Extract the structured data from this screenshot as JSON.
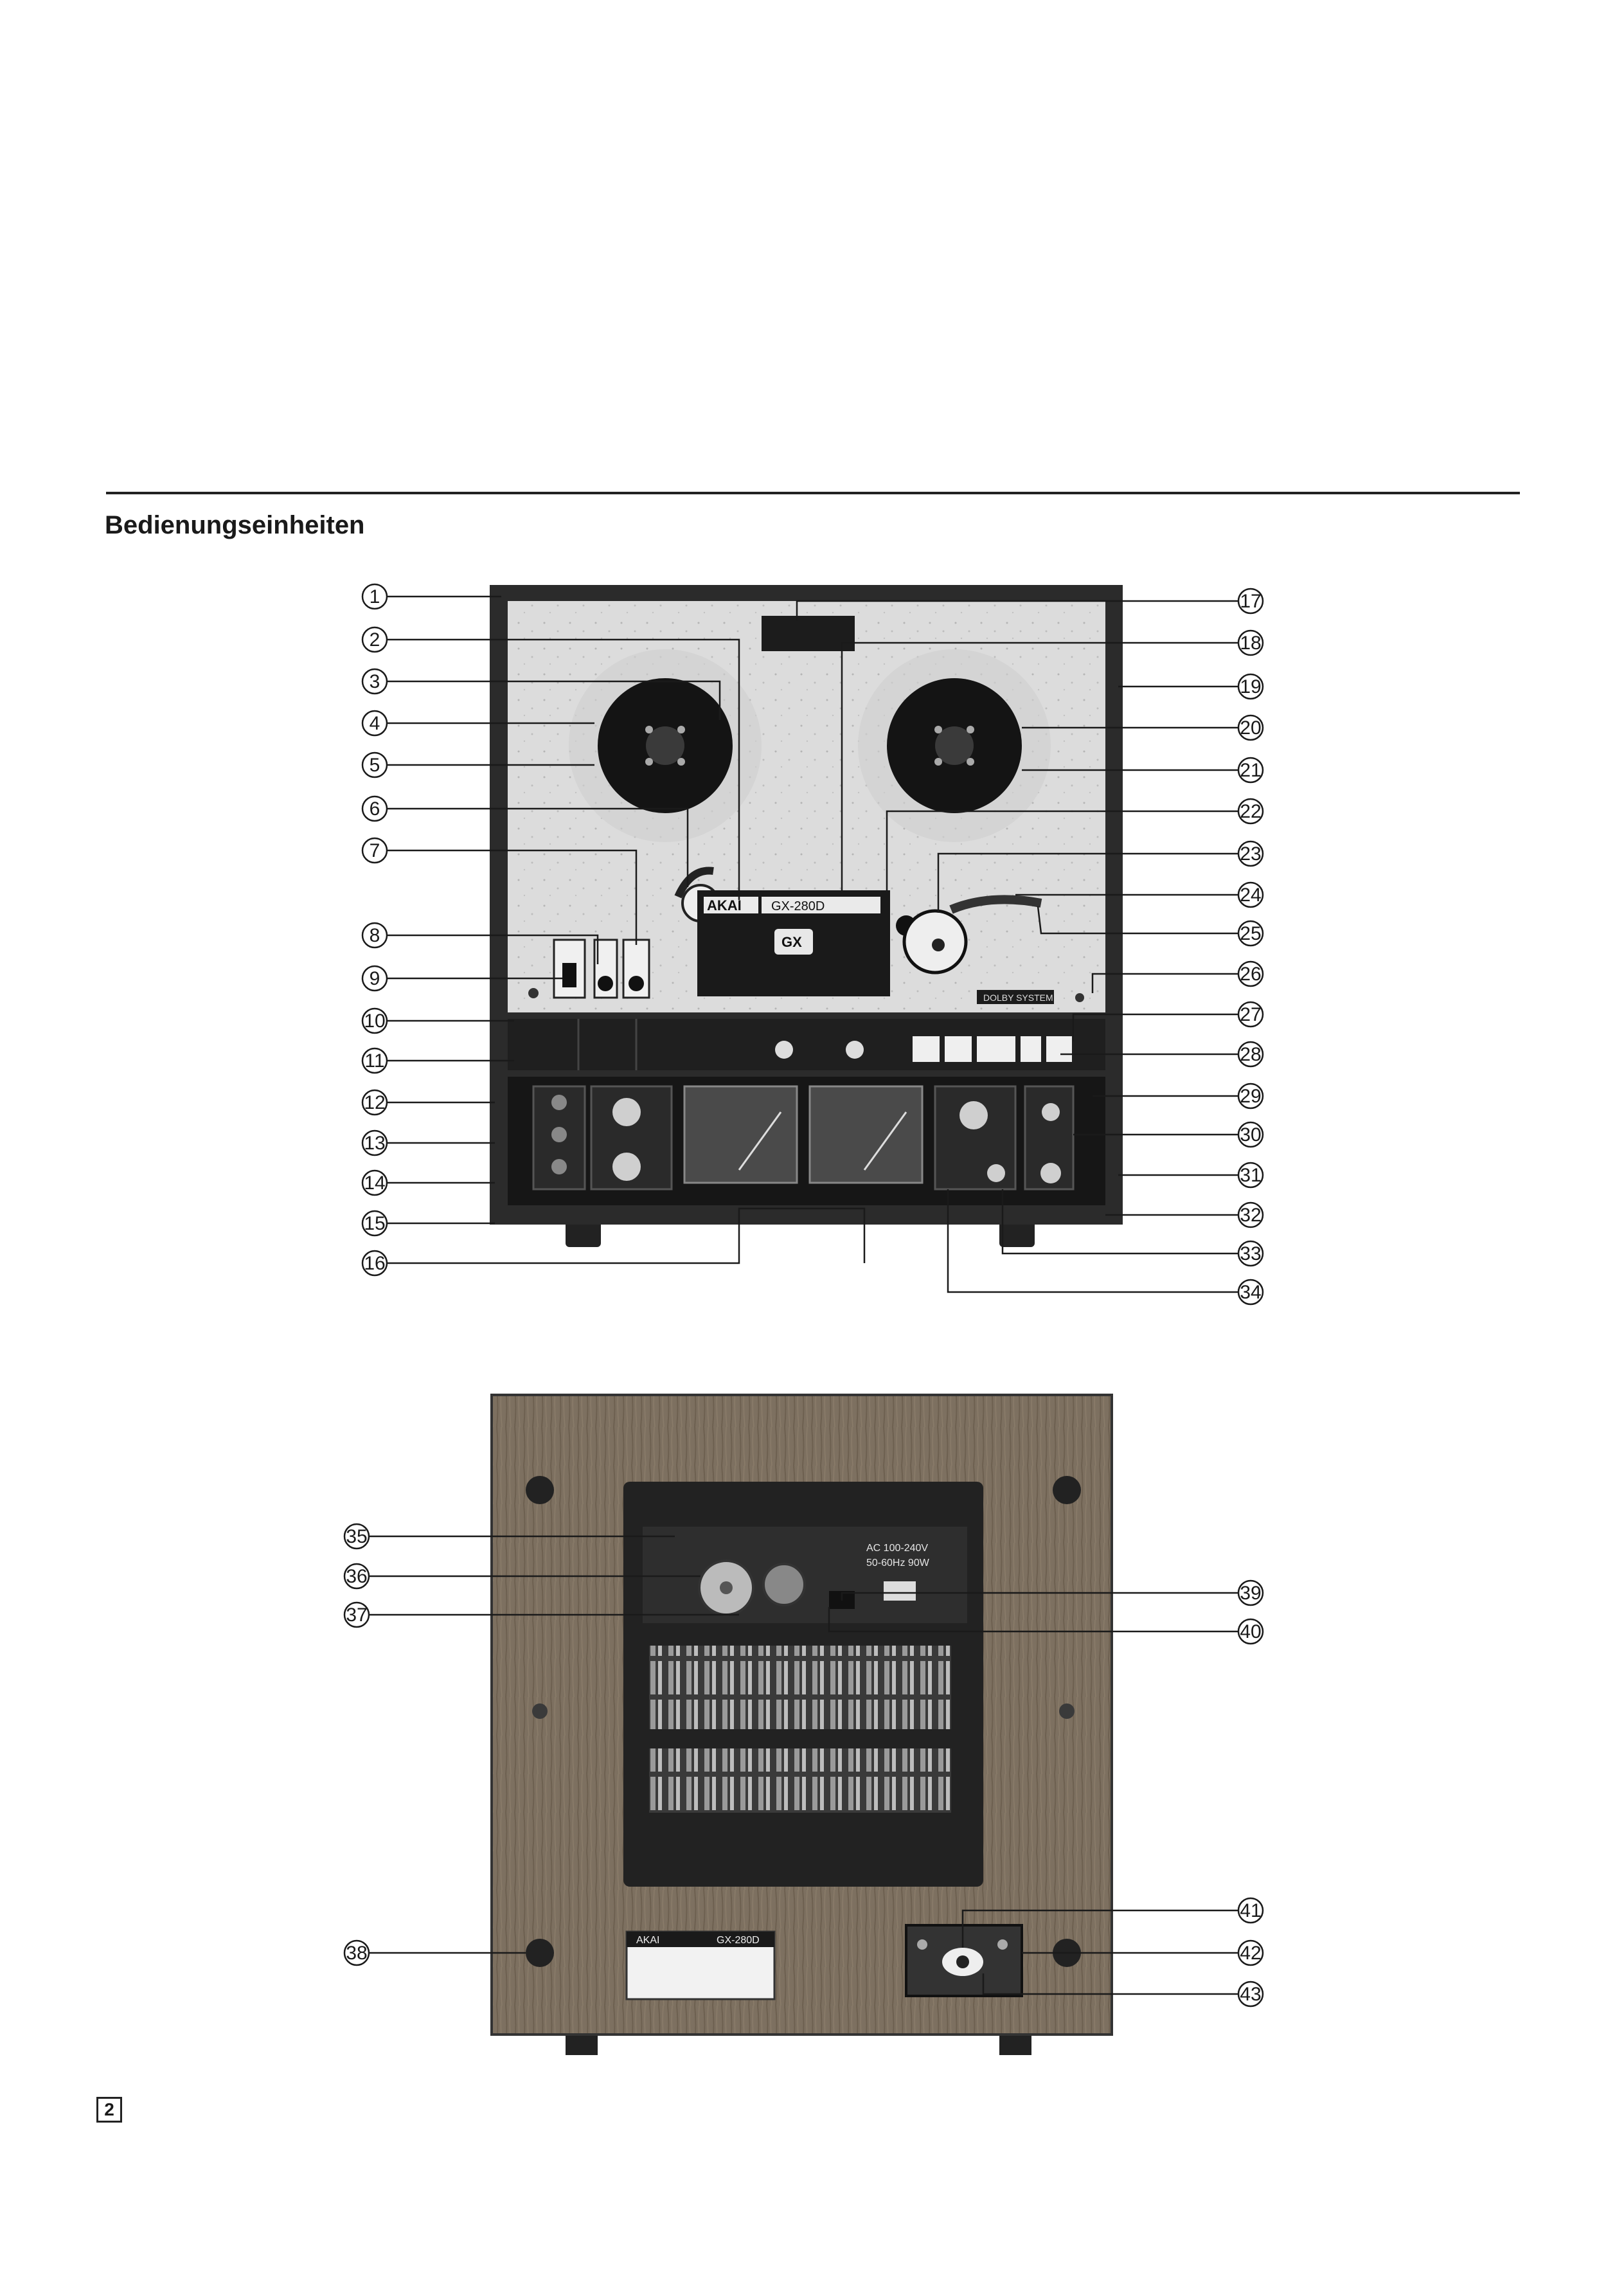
{
  "page": {
    "heading": "Bedienungseinheiten",
    "page_number": "2"
  },
  "front_panel": {
    "brand": "AKAI",
    "model": "GX-280D",
    "logo": "GX",
    "dolby_label": "DOLBY SYSTEM"
  },
  "rear_panel": {
    "brand": "AKAI",
    "model": "GX-280D",
    "power_rating": [
      "AC 100-240V",
      "50-60Hz 90W"
    ]
  },
  "callouts": {
    "front_left": [
      "1",
      "2",
      "3",
      "4",
      "5",
      "6",
      "7",
      "8",
      "9",
      "10",
      "11",
      "12",
      "13",
      "14",
      "15",
      "16"
    ],
    "front_right": [
      "17",
      "18",
      "19",
      "20",
      "21",
      "22",
      "23",
      "24",
      "25",
      "26",
      "27",
      "28",
      "29",
      "30",
      "31",
      "32",
      "33",
      "34"
    ],
    "rear_left": [
      "35",
      "36",
      "37",
      "38"
    ],
    "rear_right": [
      "39",
      "40",
      "41",
      "42",
      "43"
    ]
  },
  "colors": {
    "ink": "#1a1a1a",
    "cabinet": "#2b2b2b",
    "panel_light": "#d9d9d9",
    "wood": "#7d7060"
  }
}
